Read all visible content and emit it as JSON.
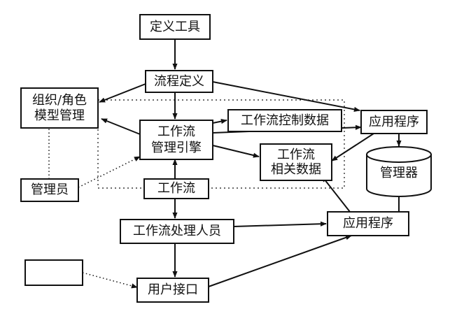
{
  "nodes": {
    "define_tool": "定义工具",
    "process_definition": "流程定义",
    "org_model_line1": "组织/角色",
    "org_model_line2": "模型管理",
    "engine_line1": "工作流",
    "engine_line2": "管理引擎",
    "control_data": "工作流控制数据",
    "app_program_top": "应用程序",
    "relevant_data_line1": "工作流",
    "relevant_data_line2": "相关数据",
    "manager_db": "管理器",
    "administrator": "管理员",
    "workflow": "工作流",
    "participant": "工作流处理人员",
    "app_program_bottom": "应用程序",
    "user_interface": "用户接口",
    "blank_box": ""
  }
}
